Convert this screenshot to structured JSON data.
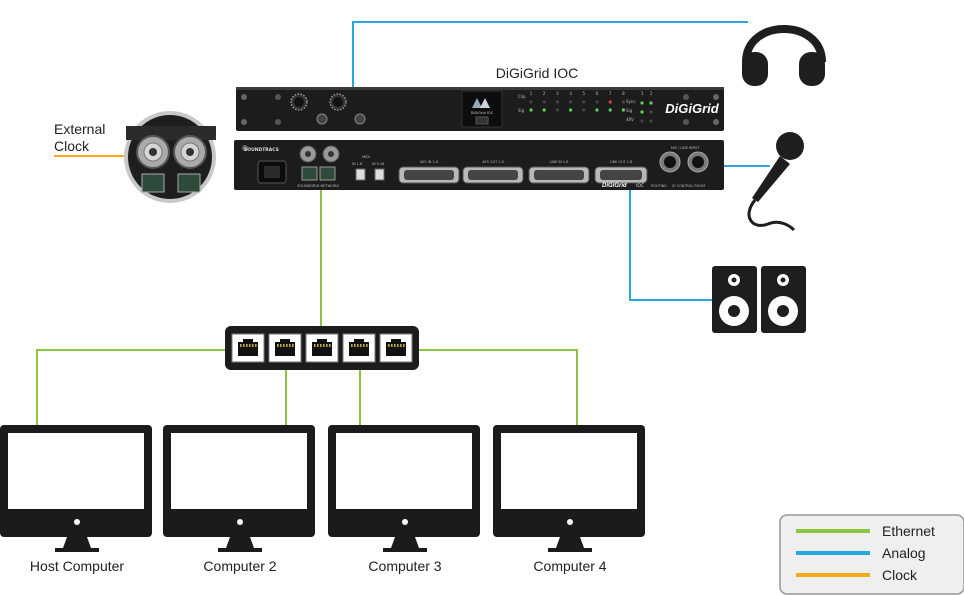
{
  "title": "DiGiGrid IOC",
  "colors": {
    "ethernet": "#8cc63f",
    "analog": "#29a8e0",
    "clock": "#f7a81b",
    "device": "#1b1b1b",
    "panel": "#2a2a2a",
    "legend_bg": "#efefef",
    "legend_border": "#999999"
  },
  "labels": {
    "external_clock_line1": "External",
    "external_clock_line2": "Clock"
  },
  "front_panel": {
    "brand": "DiGiGrid",
    "logo_text": "DiGiGrid IOC",
    "meter_numbers": [
      "1",
      "2",
      "3",
      "4",
      "5",
      "6",
      "7",
      "8"
    ],
    "clip_label": "Clip",
    "sig_label": "Sig",
    "sync_label": "Sync",
    "right_numbers": [
      "1",
      "2"
    ],
    "v48_label": "48V"
  },
  "rear_panel": {
    "soundtracs": "SOUNDTRACS",
    "network_label": "SOUNDGRID NETWORK",
    "midi_label": "MIDI",
    "adat_labels": [
      "IN 1-8",
      "IN 9-16"
    ],
    "dsub_labels": [
      "AES IN 1-8",
      "AES OUT 1-8",
      "LINE IN 1-8",
      "LINE OUT 1-8"
    ],
    "mic_label": "MIC / LINE INPUT",
    "footer_brand": "DiGiGrid",
    "footer_model": "IOC",
    "footer_tags": [
      "ROUTING",
      "IO CONTROL ROOM"
    ]
  },
  "computers": [
    {
      "label": "Host Computer"
    },
    {
      "label": "Computer 2"
    },
    {
      "label": "Computer 3"
    },
    {
      "label": "Computer 4"
    }
  ],
  "legend": [
    {
      "label": "Ethernet",
      "color": "#8cc63f"
    },
    {
      "label": "Analog",
      "color": "#29a8e0"
    },
    {
      "label": "Clock",
      "color": "#f7a81b"
    }
  ]
}
